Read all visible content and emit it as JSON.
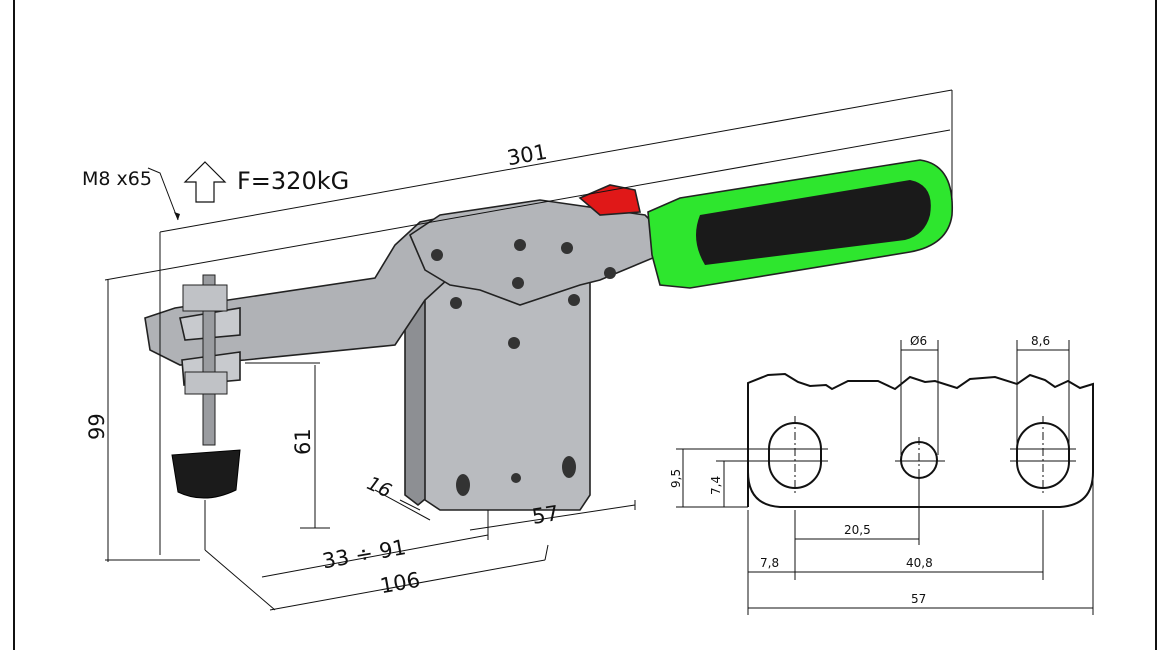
{
  "drawing": {
    "callouts": {
      "bolt": "M8 x65",
      "force": "F=320kG"
    },
    "main_view_dims": {
      "overall_length": "301",
      "height": "99",
      "spindle_height": "61",
      "adjust_range": "33 ÷ 91",
      "reach": "106",
      "offset": "16",
      "base_width": "57"
    },
    "detail_view_dims": {
      "hole_dia": "Ø6",
      "slot_width": "8,6",
      "slot_height": "9,5",
      "hole_height": "7,4",
      "hole_spacing": "20,5",
      "edge_offset": "7,8",
      "slot_spacing": "40,8",
      "plate_width": "57"
    },
    "colors": {
      "handle_green": "#2ee62e",
      "handle_black": "#1a1a1a",
      "lever_red": "#e01818",
      "metal": "#a9abaf"
    }
  }
}
